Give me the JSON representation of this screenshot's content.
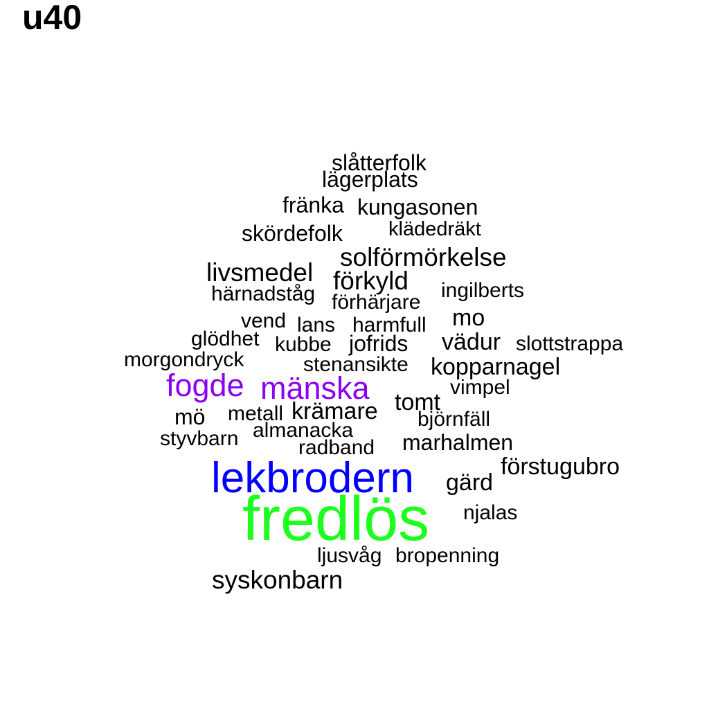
{
  "title": "u40",
  "colors": {
    "default": "#000000",
    "purple": "#8b00f0",
    "blue": "#0000ff",
    "green": "#1dff1d"
  },
  "words": [
    {
      "text": "slåtterfolk",
      "color": "#000000"
    },
    {
      "text": "lägerplats",
      "color": "#000000"
    },
    {
      "text": "fränka",
      "color": "#000000"
    },
    {
      "text": "kungasonen",
      "color": "#000000"
    },
    {
      "text": "skördefolk",
      "color": "#000000"
    },
    {
      "text": "klädedräkt",
      "color": "#000000"
    },
    {
      "text": "solförmörkelse",
      "color": "#000000"
    },
    {
      "text": "livsmedel",
      "color": "#000000"
    },
    {
      "text": "förkyld",
      "color": "#000000"
    },
    {
      "text": "härnadståg",
      "color": "#000000"
    },
    {
      "text": "ingilberts",
      "color": "#000000"
    },
    {
      "text": "förhärjare",
      "color": "#000000"
    },
    {
      "text": "vend",
      "color": "#000000"
    },
    {
      "text": "lans",
      "color": "#000000"
    },
    {
      "text": "harmfull",
      "color": "#000000"
    },
    {
      "text": "mo",
      "color": "#000000"
    },
    {
      "text": "glödhet",
      "color": "#000000"
    },
    {
      "text": "kubbe",
      "color": "#000000"
    },
    {
      "text": "jofrids",
      "color": "#000000"
    },
    {
      "text": "vädur",
      "color": "#000000"
    },
    {
      "text": "slottstrappa",
      "color": "#000000"
    },
    {
      "text": "morgondryck",
      "color": "#000000"
    },
    {
      "text": "stenansikte",
      "color": "#000000"
    },
    {
      "text": "kopparnagel",
      "color": "#000000"
    },
    {
      "text": "fogde",
      "color": "#8b00f0"
    },
    {
      "text": "mänska",
      "color": "#8b00f0"
    },
    {
      "text": "vimpel",
      "color": "#000000"
    },
    {
      "text": "tomt",
      "color": "#000000"
    },
    {
      "text": "mö",
      "color": "#000000"
    },
    {
      "text": "metall",
      "color": "#000000"
    },
    {
      "text": "krämare",
      "color": "#000000"
    },
    {
      "text": "björnfäll",
      "color": "#000000"
    },
    {
      "text": "almanacka",
      "color": "#000000"
    },
    {
      "text": "styvbarn",
      "color": "#000000"
    },
    {
      "text": "marhalmen",
      "color": "#000000"
    },
    {
      "text": "radband",
      "color": "#000000"
    },
    {
      "text": "förstugubro",
      "color": "#000000"
    },
    {
      "text": "lekbrodern",
      "color": "#0000ff"
    },
    {
      "text": "gärd",
      "color": "#000000"
    },
    {
      "text": "njalas",
      "color": "#000000"
    },
    {
      "text": "fredlös",
      "color": "#1dff1d"
    },
    {
      "text": "ljusvåg",
      "color": "#000000"
    },
    {
      "text": "bropenning",
      "color": "#000000"
    },
    {
      "text": "syskonbarn",
      "color": "#000000"
    }
  ]
}
